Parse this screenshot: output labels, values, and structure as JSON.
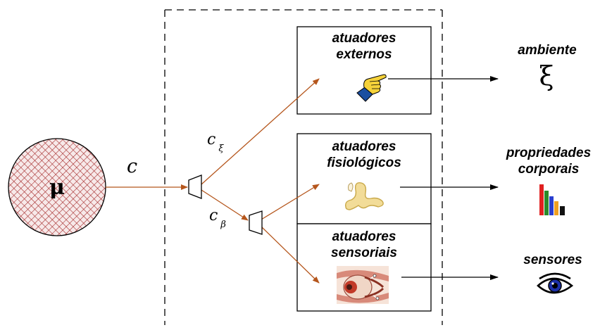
{
  "agent": {
    "symbol": "μ"
  },
  "signals": {
    "c": "c",
    "c_xi_base": "c",
    "c_xi_sub": "ξ",
    "c_beta_base": "c",
    "c_beta_sub": "β"
  },
  "boxes": {
    "externos": {
      "title": "atuadores\nexternos"
    },
    "fisiologicos": {
      "title": "atuadores\nfisiológicos"
    },
    "sensoriais": {
      "title": "atuadores\nsensoriais"
    }
  },
  "targets": {
    "ambiente": {
      "label": "ambiente",
      "symbol": "ξ"
    },
    "corporais": {
      "label": "propriedades\ncorporais"
    },
    "sensores": {
      "label": "sensores"
    }
  },
  "colors": {
    "arrow": "#b5561c",
    "agent_fill": "#f7e9e9",
    "agent_hatch": "#a52a2a",
    "black": "#000000"
  },
  "icons": [
    "hand-pointer-icon",
    "organ-icon",
    "bar-chart-icon",
    "eye-muscles-icon",
    "eye-icon"
  ]
}
